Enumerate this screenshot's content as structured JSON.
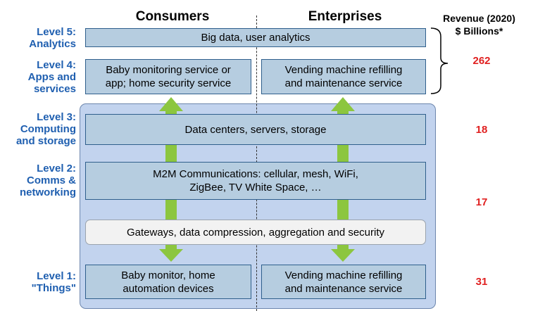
{
  "columns": {
    "consumers": "Consumers",
    "enterprises": "Enterprises"
  },
  "revenue_header": {
    "line1": "Revenue (2020)",
    "line2": "$ Billions*"
  },
  "levels": {
    "l5": {
      "line1": "Level 5:",
      "line2": "Analytics"
    },
    "l4": {
      "line1": "Level 4:",
      "line2": "Apps and",
      "line3": "services"
    },
    "l3": {
      "line1": "Level 3:",
      "line2": "Computing",
      "line3": "and storage"
    },
    "l2": {
      "line1": "Level 2:",
      "line2": "Comms &",
      "line3": "networking"
    },
    "l1": {
      "line1": "Level 1:",
      "line2": "\"Things\""
    }
  },
  "boxes": {
    "big_data": "Big data, user analytics",
    "apps_consumer": {
      "line1": "Baby monitoring service or",
      "line2": "app; home security service"
    },
    "apps_enterprise": {
      "line1": "Vending machine refilling",
      "line2": "and maintenance service"
    },
    "data_centers": "Data centers, servers, storage",
    "m2m": {
      "line1": "M2M Communications: cellular, mesh, WiFi,",
      "line2": "ZigBee, TV White Space, …"
    },
    "gateways": "Gateways, data compression, aggregation and security",
    "things_consumer": {
      "line1": "Baby monitor, home",
      "line2": "automation devices"
    },
    "things_enterprise": {
      "line1": "Vending machine refilling",
      "line2": "and maintenance service"
    }
  },
  "revenue": {
    "apps_analytics": "262",
    "computing": "18",
    "comms": "17",
    "things": "31"
  },
  "colors": {
    "level_text": "#1f5fb0",
    "revenue_text": "#e02020",
    "panel_bg": "#c2d3ee",
    "box_bg": "#b6cde0",
    "arrow": "#8cc63f"
  }
}
